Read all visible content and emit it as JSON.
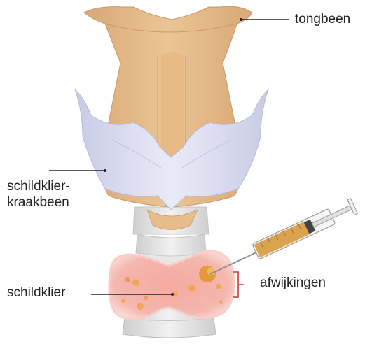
{
  "labels": {
    "hyoid": "tongbeen",
    "thyroid_cartilage_line1": "schildklier-",
    "thyroid_cartilage_line2": "kraakbeen",
    "thyroid_gland": "schildklier",
    "abnormalities": "afwijkingen"
  },
  "colors": {
    "bone": "#e9c08e",
    "bone_dark": "#d7a574",
    "cartilage": "#dadbf0",
    "cartilage_shadow": "#c6c8e4",
    "trachea": "#e4e4e4",
    "trachea_shadow": "#cfcfcf",
    "gland": "#f4b7ae",
    "gland_edge": "#f8d2cb",
    "nodule": "#e49a3a",
    "bracket": "#d2343a",
    "syringe_fluid": "#d89a3c",
    "label_text": "#222222"
  },
  "icons": [
    "syringe-icon"
  ]
}
